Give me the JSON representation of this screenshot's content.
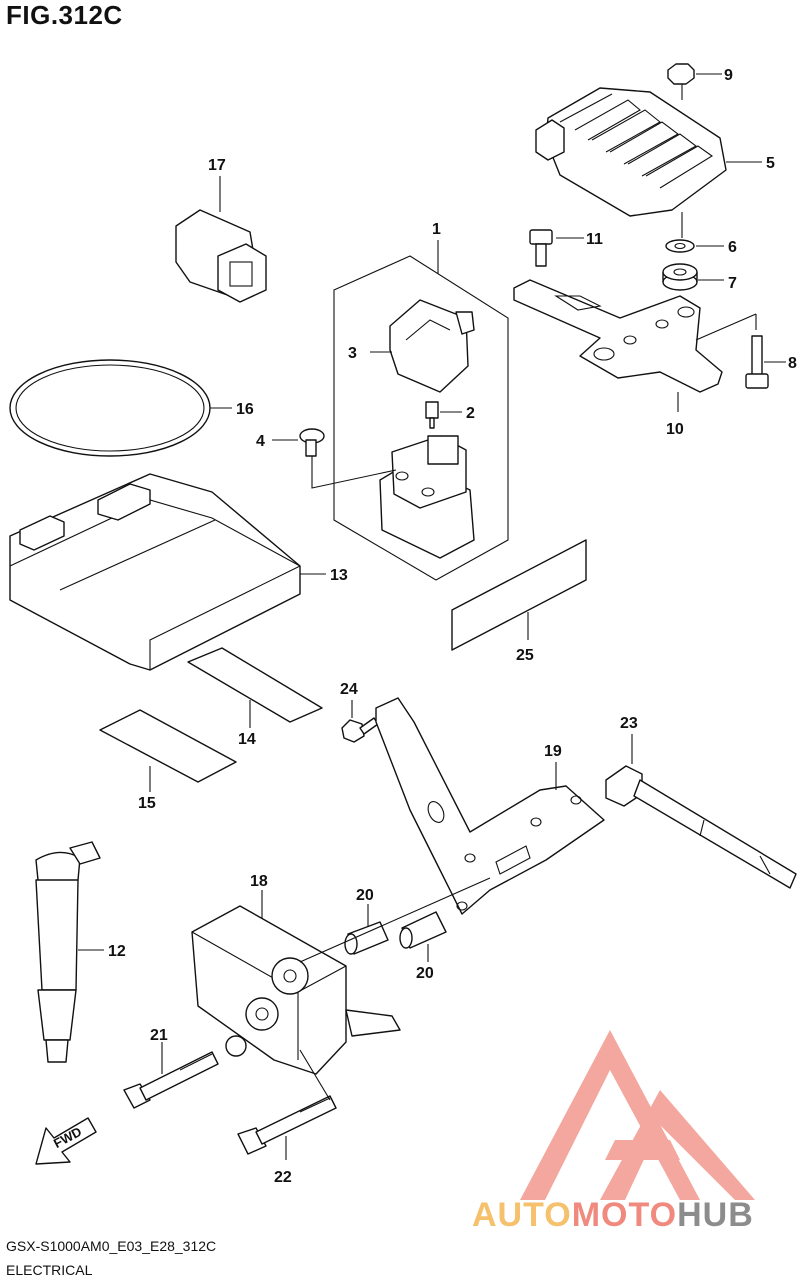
{
  "figure": {
    "title": "FIG.312C",
    "code": "GSX-S1000AM0_E03_E28_312C",
    "name": "ELECTRICAL",
    "fwd_label": "FWD"
  },
  "watermark": {
    "part_a": "AUTO",
    "part_b": "MOTO",
    "part_c": "HUB",
    "color_a": "#f5c16c",
    "color_b": "#f08a7e",
    "color_c": "#8c8c8c",
    "logo_color": "#f08a7e"
  },
  "callouts": {
    "c1": "1",
    "c2": "2",
    "c3": "3",
    "c4": "4",
    "c5": "5",
    "c6": "6",
    "c7": "7",
    "c8": "8",
    "c9": "9",
    "c10": "10",
    "c11": "11",
    "c12": "12",
    "c13": "13",
    "c14": "14",
    "c15": "15",
    "c16": "16",
    "c17": "17",
    "c18": "18",
    "c19": "19",
    "c20a": "20",
    "c20b": "20",
    "c21": "21",
    "c22": "22",
    "c23": "23",
    "c24": "24",
    "c25": "25"
  }
}
